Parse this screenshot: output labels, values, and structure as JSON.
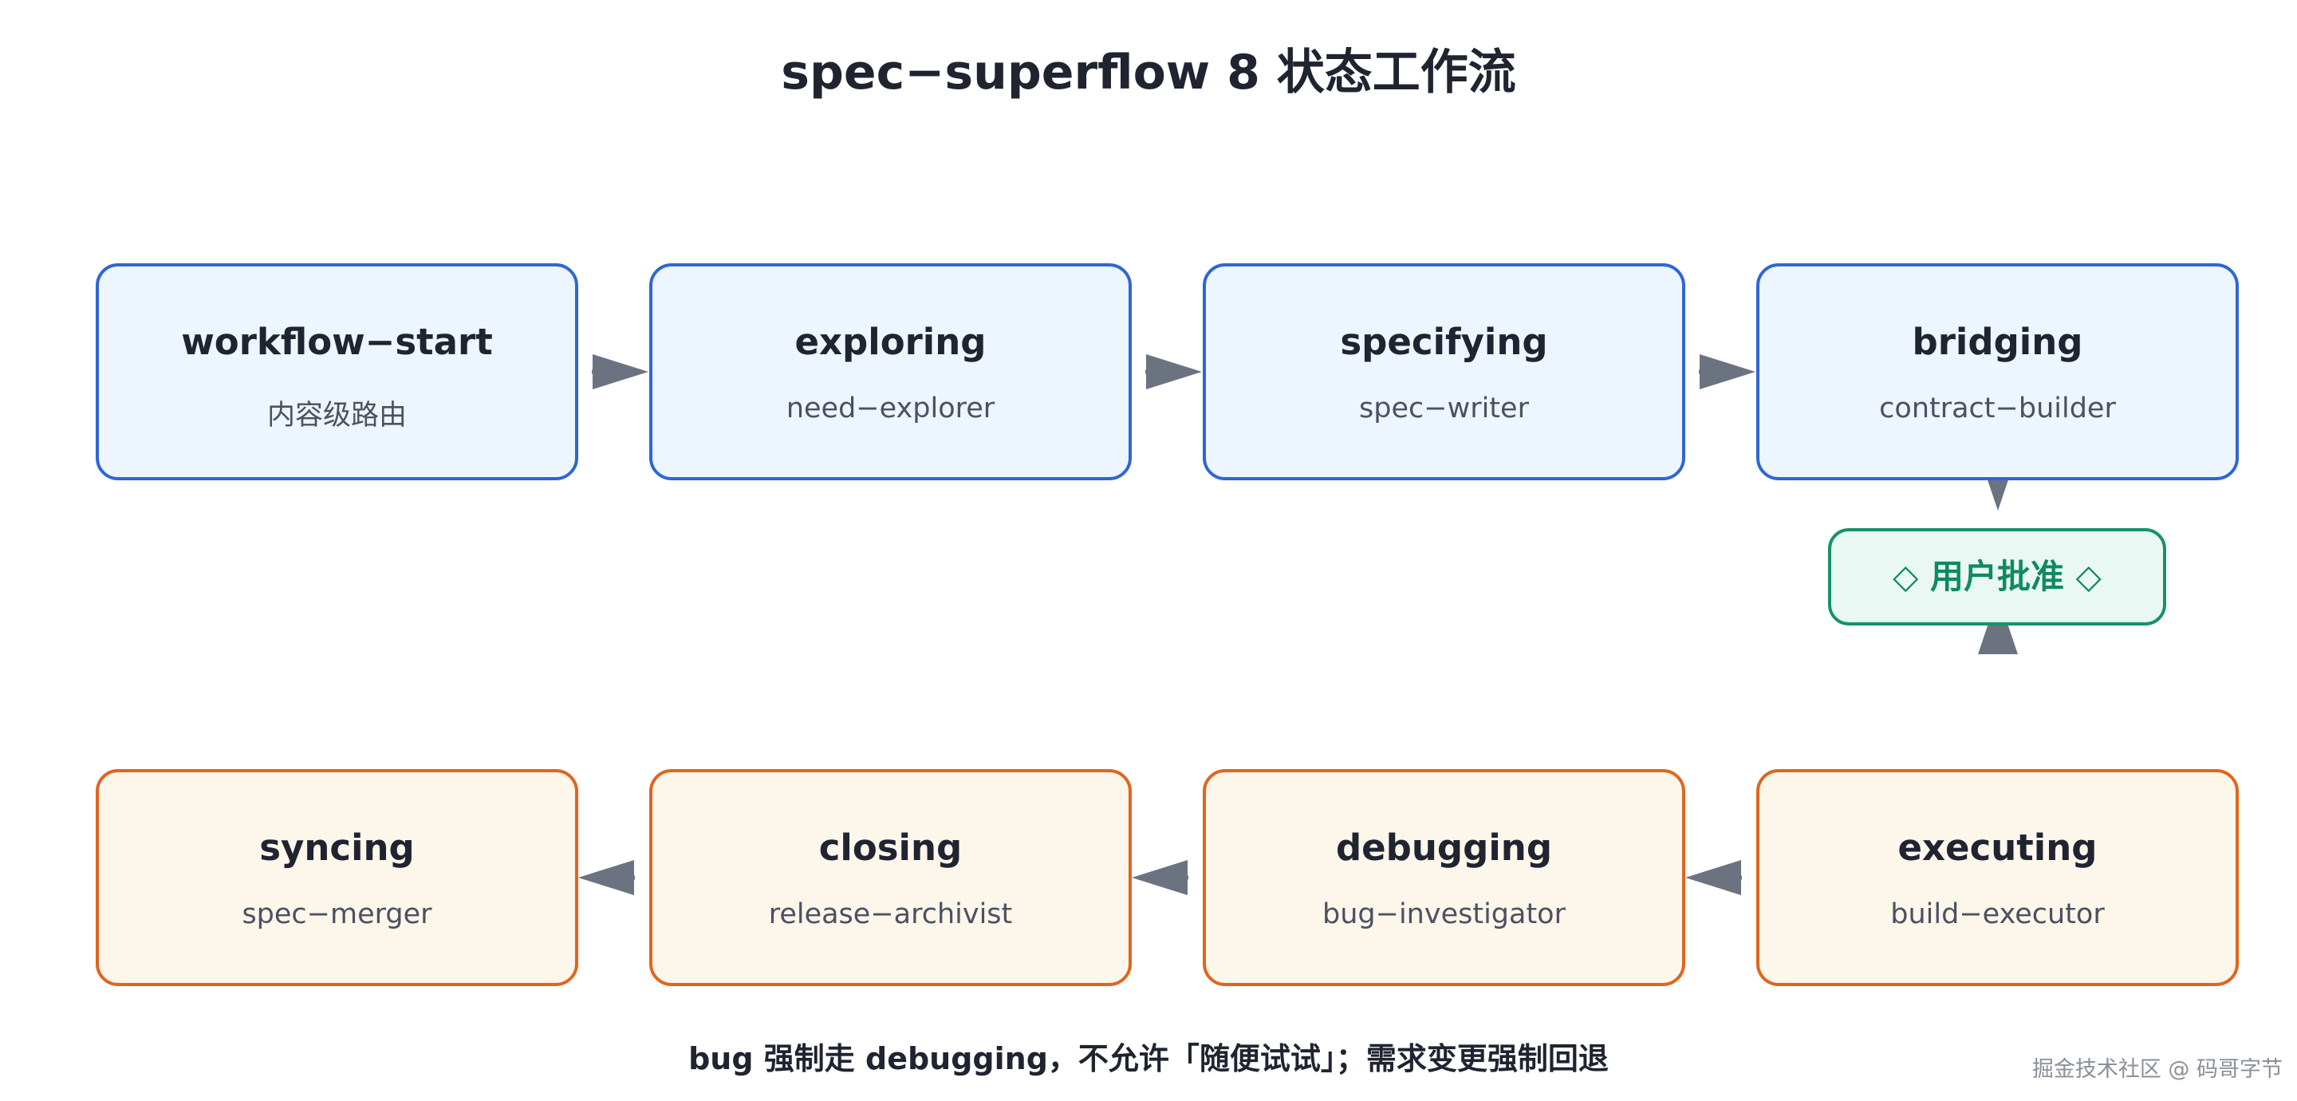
{
  "title": "spec−superflow 8 状态工作流",
  "nodes": [
    {
      "id": "workflow-start",
      "title": "workflow−start",
      "subtitle": "内容级路由",
      "phase": 1
    },
    {
      "id": "exploring",
      "title": "exploring",
      "subtitle": "need−explorer",
      "phase": 1
    },
    {
      "id": "specifying",
      "title": "specifying",
      "subtitle": "spec−writer",
      "phase": 1
    },
    {
      "id": "bridging",
      "title": "bridging",
      "subtitle": "contract−builder",
      "phase": 1
    },
    {
      "id": "executing",
      "title": "executing",
      "subtitle": "build−executor",
      "phase": 2
    },
    {
      "id": "debugging",
      "title": "debugging",
      "subtitle": "bug−investigator",
      "phase": 2
    },
    {
      "id": "closing",
      "title": "closing",
      "subtitle": "release−archivist",
      "phase": 2
    },
    {
      "id": "syncing",
      "title": "syncing",
      "subtitle": "spec−merger",
      "phase": 2
    }
  ],
  "approval": {
    "label": "◇ 用户批准 ◇"
  },
  "edges": [
    {
      "from": "workflow-start",
      "to": "exploring"
    },
    {
      "from": "exploring",
      "to": "specifying"
    },
    {
      "from": "specifying",
      "to": "bridging"
    },
    {
      "from": "bridging",
      "to": "approval"
    },
    {
      "from": "executing",
      "to": "approval"
    },
    {
      "from": "executing",
      "to": "debugging"
    },
    {
      "from": "debugging",
      "to": "closing"
    },
    {
      "from": "closing",
      "to": "syncing"
    }
  ],
  "footnote": "bug 强制走 debugging，不允许「随便试试」；需求变更强制回退",
  "watermark": "掘金技术社区 @ 码哥字节",
  "colors": {
    "phase1_fill": "#edf5ff",
    "phase1_border": "#2f66d4",
    "phase2_fill": "#fdf6ea",
    "phase2_border": "#e0651f",
    "approval_fill": "#e9f8f2",
    "approval_border": "#149466",
    "arrow": "#6b7280"
  }
}
